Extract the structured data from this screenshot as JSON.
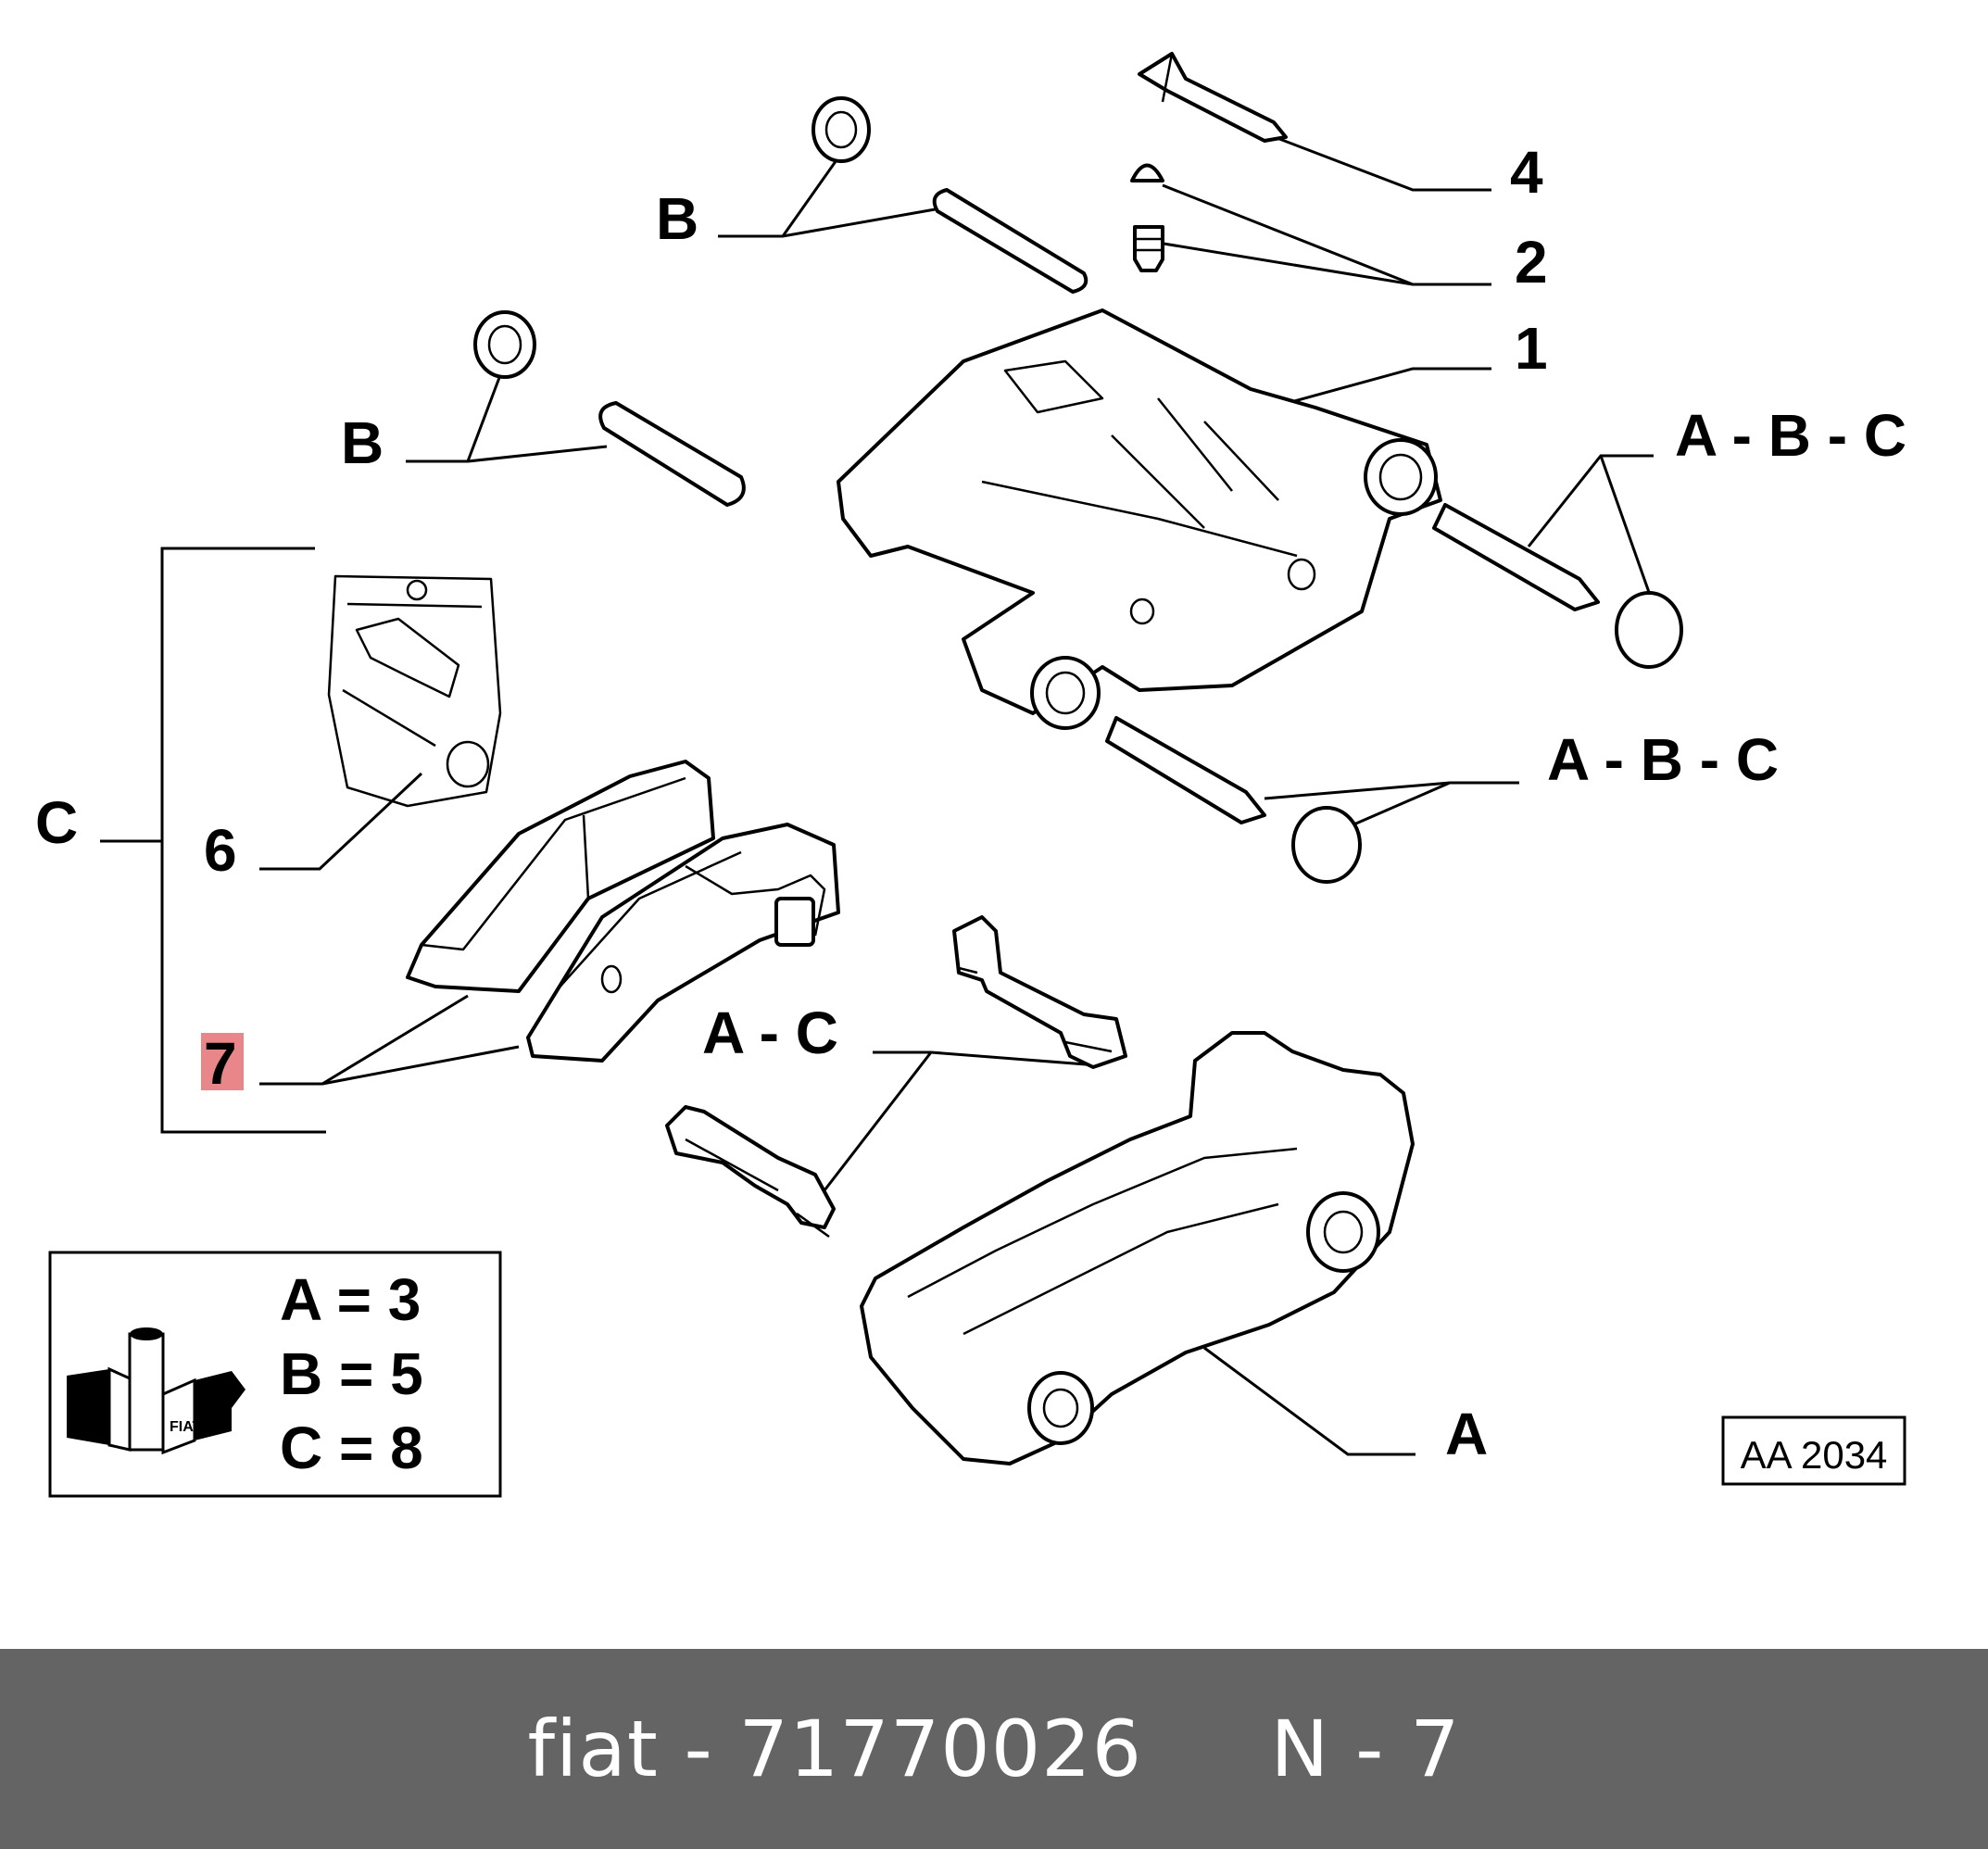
{
  "callouts": {
    "b_top": "B",
    "b_mid": "B",
    "c_group": "C",
    "six": "6",
    "seven": "7",
    "four": "4",
    "two": "2",
    "one": "1",
    "abc_top": "A - B - C",
    "abc_mid": "A - B - C",
    "ac": "A - C",
    "a_bottom": "A"
  },
  "legend": {
    "line_a": "A = 3",
    "line_b": "B = 5",
    "line_c": "C = 8",
    "brand": "FIAT"
  },
  "drawing_code": "AA 2034",
  "highlight_color": "#e8868a",
  "footer": {
    "text": "fiat - 71770026     N - 7",
    "background": "#646464"
  }
}
